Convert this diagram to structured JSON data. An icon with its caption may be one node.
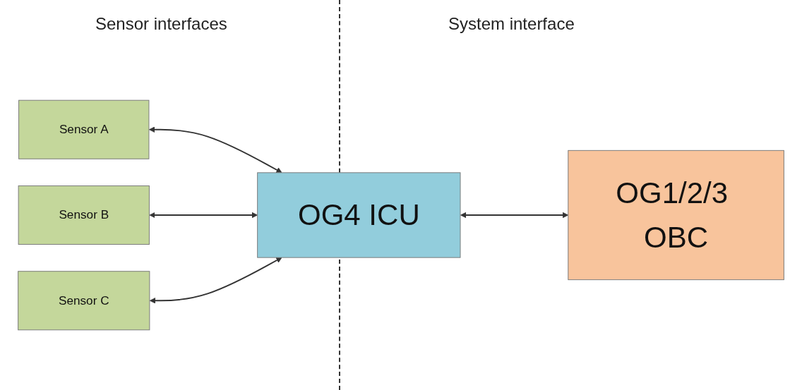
{
  "diagram": {
    "nodes": [
      {
        "text": [
          "Sensor A"
        ]
      },
      {
        "text": [
          "Sensor B"
        ]
      },
      {
        "text": [
          "Sensor C"
        ]
      },
      {
        "text": [
          "OG4 ICU"
        ]
      },
      {
        "text": [
          "OG1/2/3 OBC"
        ]
      }
    ],
    "edges": [
      {
        "from": 0,
        "to": 3,
        "arrow": "both"
      },
      {
        "from": 1,
        "to": 3,
        "arrow": "both"
      },
      {
        "from": 2,
        "to": 3,
        "arrow": "both"
      },
      {
        "from": 3,
        "to": 4,
        "arrow": "both"
      }
    ],
    "labels": [
      "Sensor interfaces",
      "System interface"
    ]
  }
}
